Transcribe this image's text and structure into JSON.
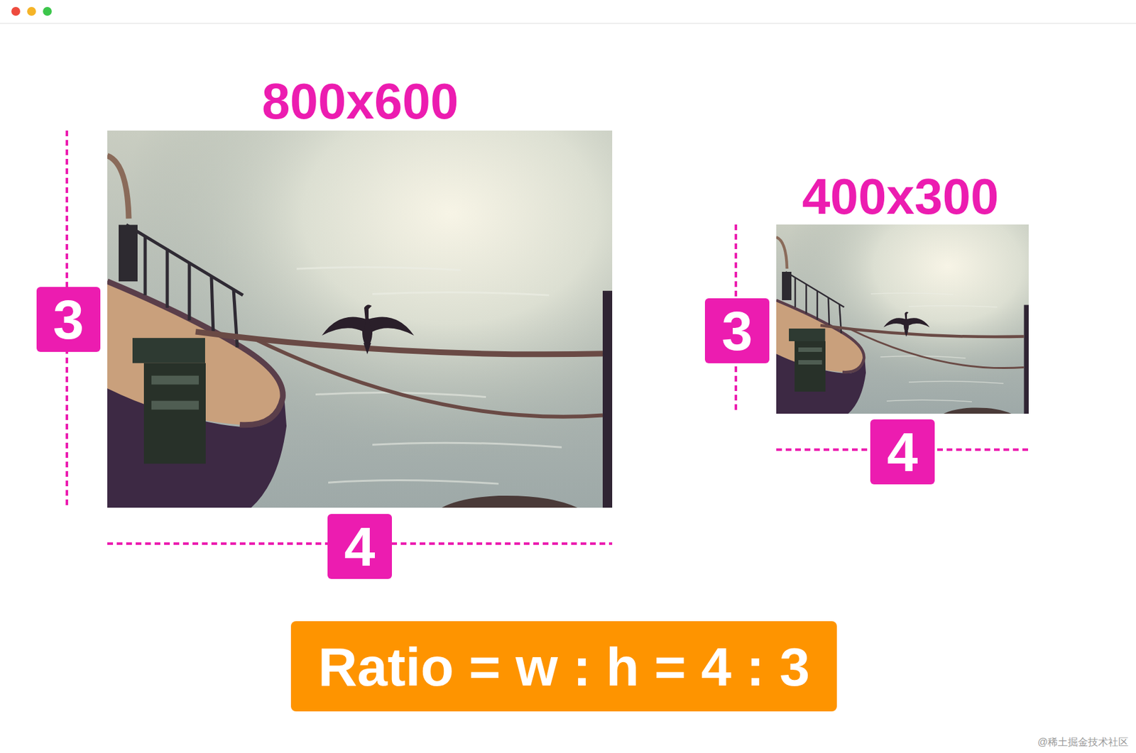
{
  "diagram": {
    "nodes": [
      {
        "text": [
          "3"
        ]
      },
      {
        "text": [
          "4"
        ]
      },
      {
        "text": [
          "3"
        ]
      },
      {
        "text": [
          "4"
        ]
      },
      {
        "text": [
          "Ratio = w : h = 4 : 3"
        ]
      }
    ],
    "labels": [
      "800x600",
      "400x300",
      "@稀土掘金技术社区"
    ]
  }
}
